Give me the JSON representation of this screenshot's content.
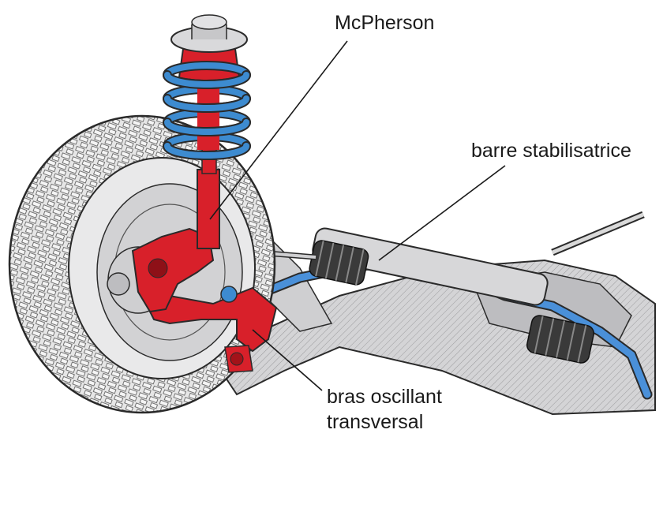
{
  "labels": {
    "mcpherson": "McPherson",
    "stabilizer_bar": "barre stabilisatrice",
    "control_arm_line1": "bras oscillant",
    "control_arm_line2": "transversal"
  },
  "colors": {
    "strut": "#d8202a",
    "spring": "#3d8bd0",
    "stabilizer": "#4a90d9",
    "metal": "#c9c9cb",
    "tire": "#e4e4e4",
    "outline": "#2a2a2a"
  }
}
